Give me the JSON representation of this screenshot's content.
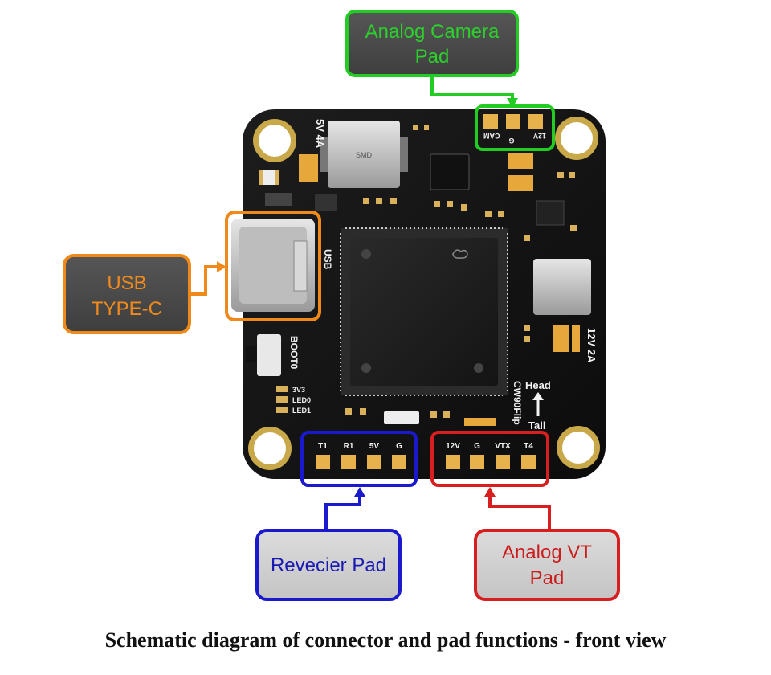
{
  "callouts": {
    "camera": {
      "line1": "Analog Camera",
      "line2": "Pad",
      "color": "#22cc22",
      "text_color": "#2bd12b"
    },
    "usb": {
      "line1": "USB",
      "line2": "TYPE-C",
      "color": "#ef8a1a",
      "text_color": "#f08a1c"
    },
    "receiver": {
      "line1": "Revecier Pad",
      "color": "#1a1acc",
      "text_color": "#1a1ab4"
    },
    "vtx": {
      "line1": "Analog VT",
      "line2": "Pad",
      "color": "#d81e1e",
      "text_color": "#cc1d1d"
    }
  },
  "board": {
    "cam_pads": [
      "CAM",
      "G",
      "12V"
    ],
    "receiver_pads": [
      "T1",
      "R1",
      "5V",
      "G"
    ],
    "vtx_pads": [
      "12V",
      "G",
      "VTX",
      "T4"
    ],
    "label_5v": "5V  4A",
    "label_12v": "12V  2A",
    "label_usb": "USB",
    "label_boot": "BOOT0",
    "label_3v3": "3V3",
    "label_led0": "LED0",
    "label_led1": "LED1",
    "label_head": "Head",
    "label_tail": "Tail",
    "label_model": "CW90Flip",
    "label_smd": "SMD"
  },
  "caption": "Schematic diagram of connector and pad functions - front view"
}
